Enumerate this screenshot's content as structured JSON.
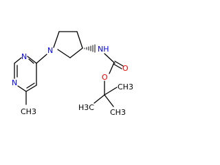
{
  "molecule": {
    "atoms": {
      "n_pyrimidine_top": "N",
      "n_pyrimidine_bottom": "N",
      "n_pyrrolidine": "N",
      "nh_carbamate": "NH",
      "o_ester": "O",
      "o_carbonyl": "O"
    },
    "substituent_labels": {
      "methyl_ring": "CH3",
      "tbu_methyl_top": "CH3",
      "tbu_methyl_left": "H3C",
      "tbu_methyl_bottom": "CH3"
    }
  },
  "colors": {
    "bond": "#000000",
    "nitrogen": "#0000ff",
    "oxygen": "#ff0000",
    "carbon_label": "#000000"
  },
  "stereo": {
    "center": "C3 of pyrrolidine",
    "type": "hashed-wedge toward NH"
  }
}
